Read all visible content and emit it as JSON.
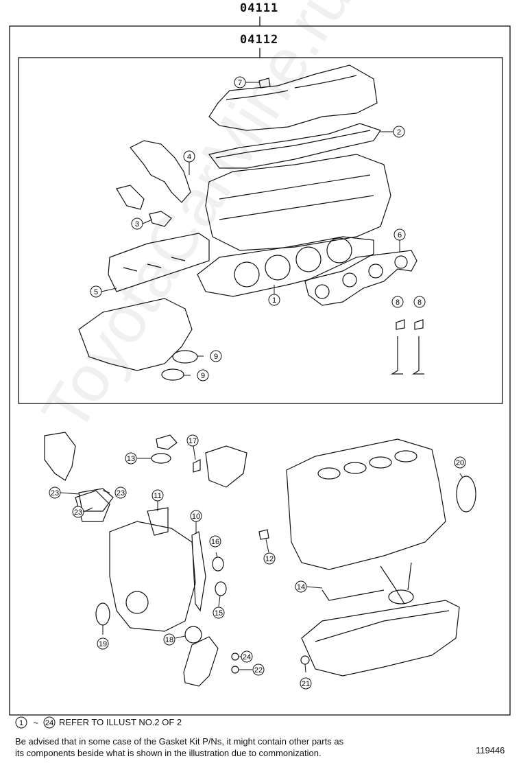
{
  "header": {
    "kit_outer_code": "04111",
    "kit_inner_code": "04112"
  },
  "callouts": [
    "1",
    "2",
    "3",
    "4",
    "5",
    "6",
    "7",
    "8",
    "8",
    "9",
    "9",
    "10",
    "11",
    "12",
    "13",
    "14",
    "15",
    "16",
    "17",
    "18",
    "19",
    "20",
    "21",
    "22",
    "23",
    "23",
    "23",
    "24"
  ],
  "footer": {
    "refer_range_start": "1",
    "refer_tilde": "~",
    "refer_range_end": "24",
    "refer_text": "REFER TO ILLUST NO.2 OF 2",
    "advice_line1": "Be advised that in some case of the Gasket Kit P/Ns,  it might contain other parts as",
    "advice_line2": "its components beside what is shown in the illustration due to commonization.",
    "figure_number": "119446"
  },
  "watermark_text": "ToyotaCarMine.ru"
}
